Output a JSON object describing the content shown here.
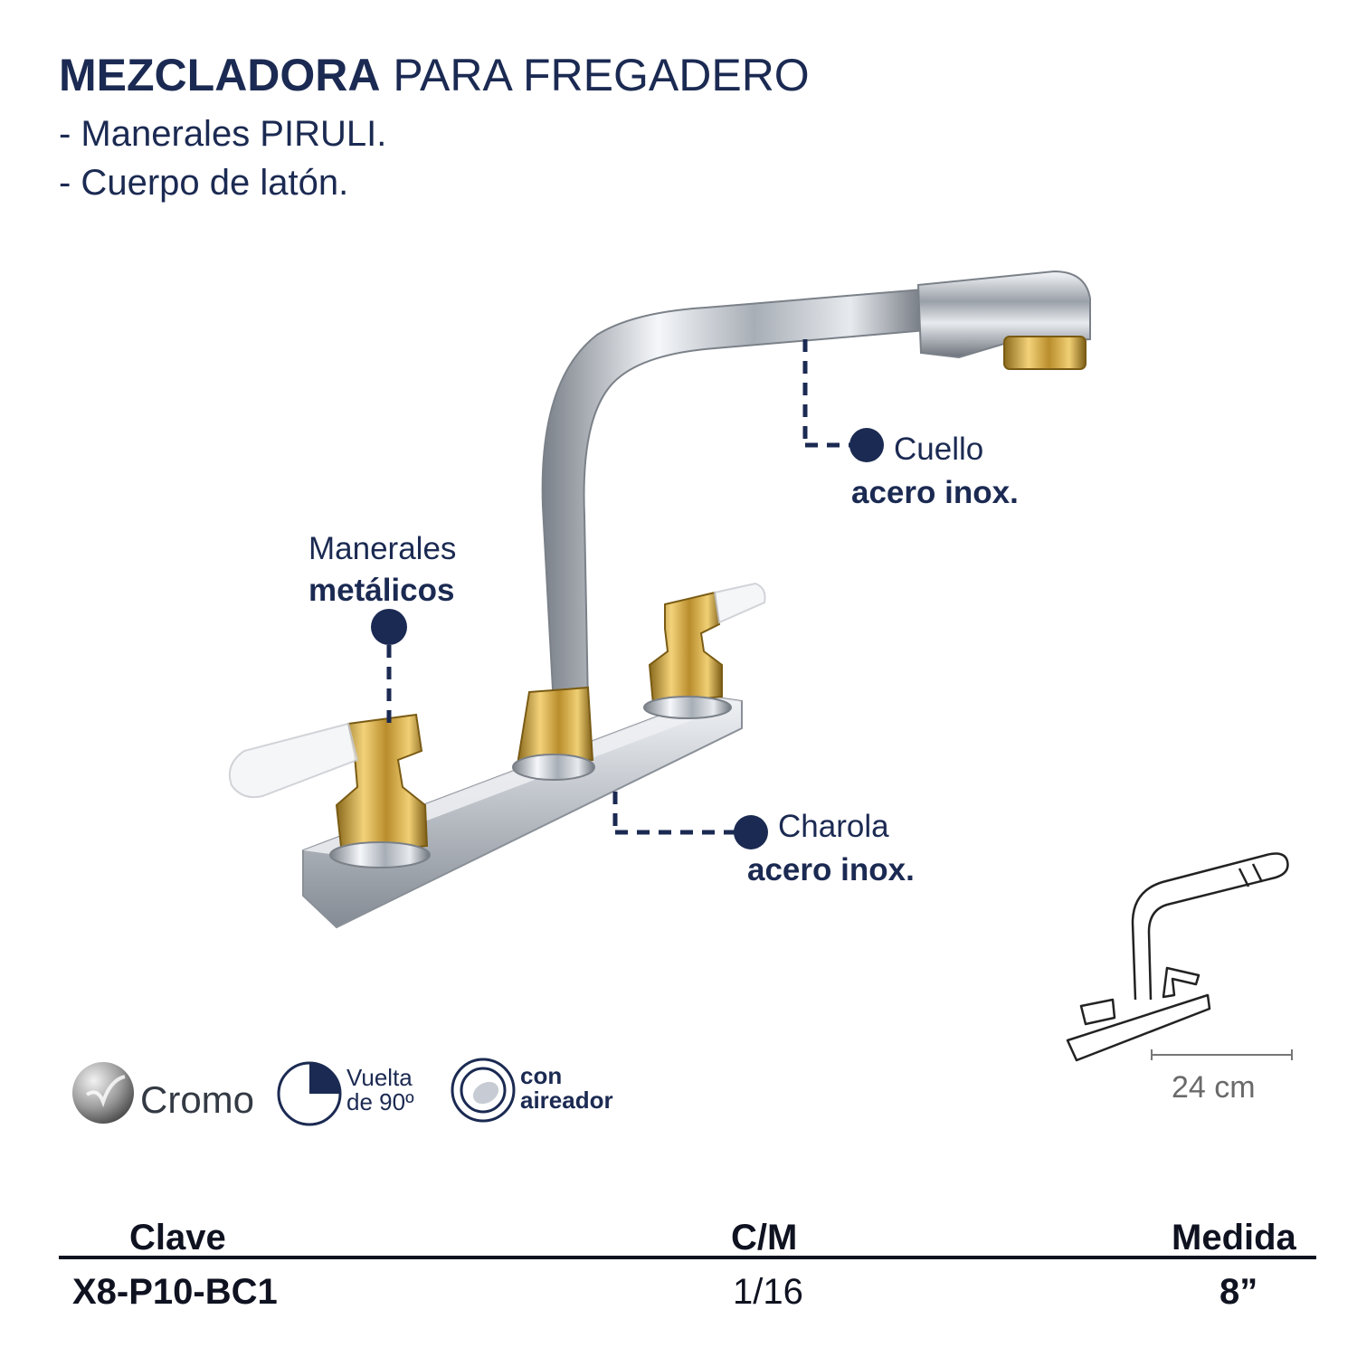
{
  "header": {
    "title_bold": "MEZCLADORA",
    "title_rest": " PARA FREGADERO",
    "bullets": [
      "- Manerales PIRULI.",
      "- Cuerpo de latón."
    ]
  },
  "callouts": {
    "cuello": {
      "line1": "Cuello",
      "line2": "acero inox."
    },
    "manerales": {
      "line1": "Manerales",
      "line2": "metálicos"
    },
    "charola": {
      "line1": "Charola",
      "line2": "acero inox."
    }
  },
  "features": {
    "finish": {
      "label": "Cromo",
      "icon": "chrome-finish-icon"
    },
    "turn": {
      "line1": "Vuelta",
      "line2": "de 90º",
      "icon": "quarter-turn-icon"
    },
    "aerator": {
      "line1": "con",
      "line2": "aireador",
      "icon": "aerator-icon"
    }
  },
  "dimension": {
    "label": "24 cm"
  },
  "table": {
    "headers": [
      "Clave",
      "C/M",
      "Medida"
    ],
    "row": [
      "X8-P10-BC1",
      "1/16",
      "8”"
    ]
  },
  "colors": {
    "navy": "#1b2a52",
    "gold": "#c9a13a",
    "chrome": "#c8ccd2"
  }
}
